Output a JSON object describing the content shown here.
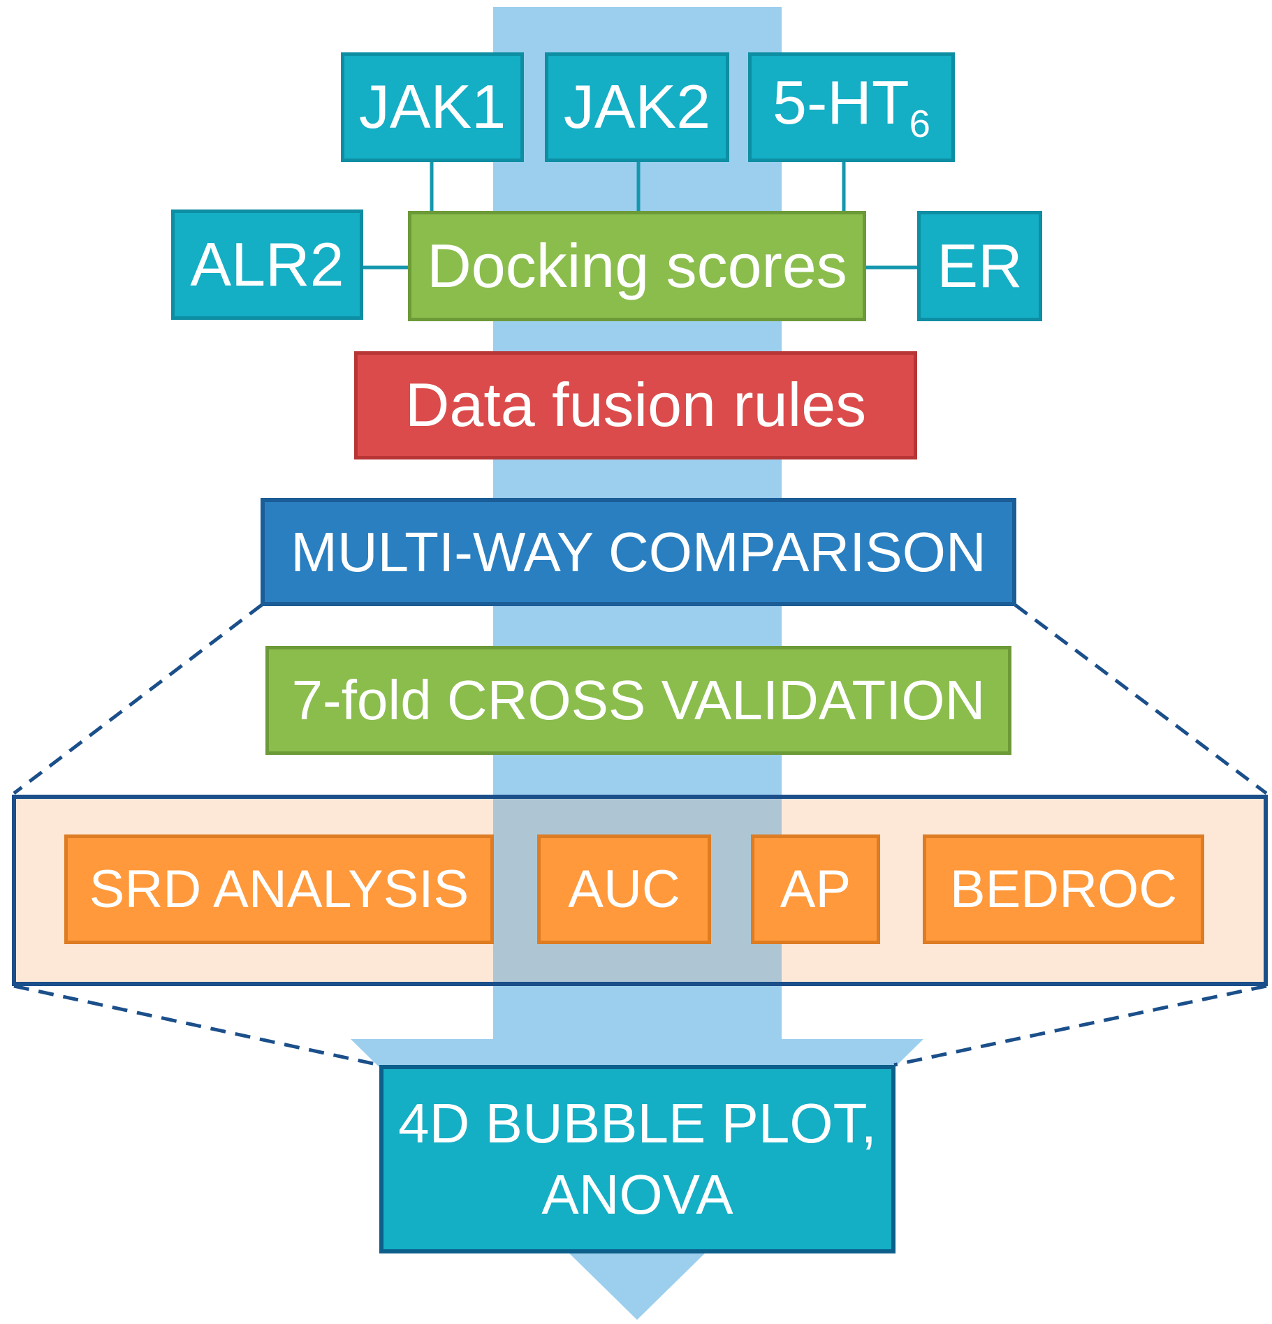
{
  "targets": {
    "jak1": "JAK1",
    "jak2": "JAK2",
    "ht6_main": "5-HT",
    "ht6_sub": "6",
    "alr2": "ALR2",
    "er": "ER"
  },
  "docking": "Docking scores",
  "fusion": "Data fusion rules",
  "comparison": "MULTI-WAY COMPARISON",
  "cross_validation": "7-fold CROSS VALIDATION",
  "metrics": {
    "srd": "SRD ANALYSIS",
    "auc": "AUC",
    "ap": "AP",
    "bedroc": "BEDROC"
  },
  "result": {
    "line1": "4D BUBBLE PLOT,",
    "line2": "ANOVA"
  },
  "colors": {
    "arrow": "#9ccfee",
    "target_box": "#14aec5",
    "docking_box": "#8bbd4d",
    "fusion_box": "#db4b4b",
    "comparison_box": "#2a7fc0",
    "metric_box": "#ff993b",
    "panel_fill": "#fde8d8",
    "panel_border": "#1b4f8a"
  }
}
